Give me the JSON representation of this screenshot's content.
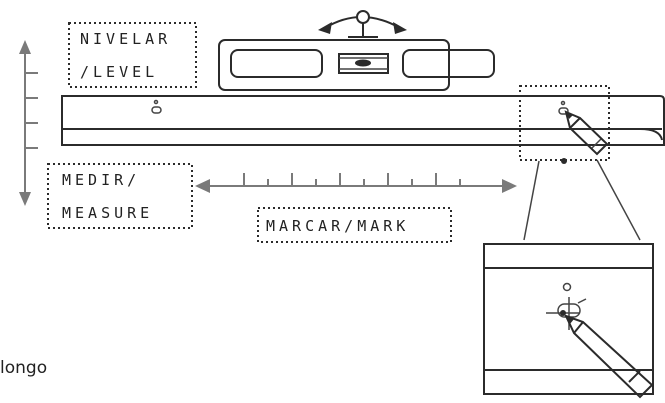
{
  "labels": {
    "level_es": "NIVELAR",
    "level_en": "/LEVEL",
    "measure_es": "MEDIR/",
    "measure_en": "MEASURE",
    "mark": "MARCAR/MARK"
  },
  "footer_text": "longo",
  "colors": {
    "ink": "#2b2b2b",
    "ruler_gray": "#7a7a7a",
    "background": "#ffffff"
  },
  "icons": [
    "rotate-arrows-icon",
    "pencil-icon",
    "measure-arrow-icon",
    "spirit-level-icon",
    "magnifier-detail-icon"
  ]
}
